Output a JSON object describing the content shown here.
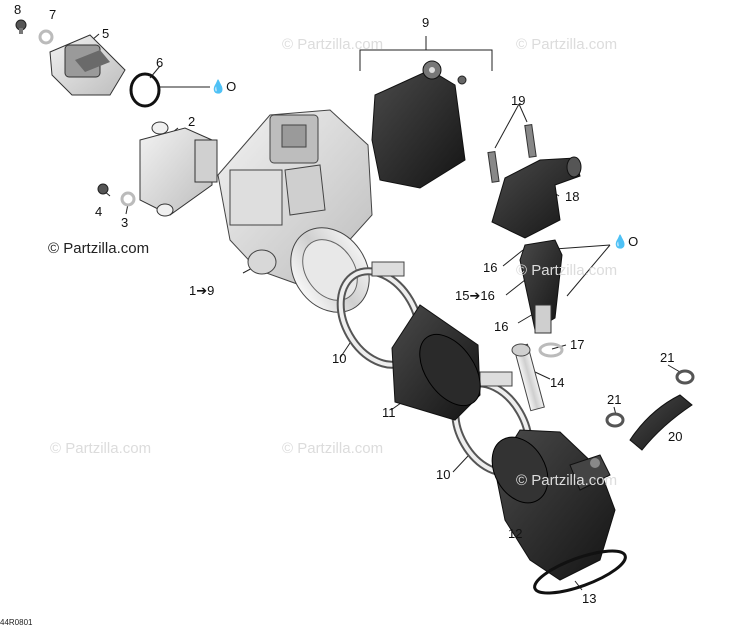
{
  "watermark": "© Partzilla.com",
  "drawing_code": "44R0801",
  "lubricant_symbol": "💧O",
  "callouts": {
    "c1_9": "1➔9",
    "c2": "2",
    "c3": "3",
    "c4": "4",
    "c5": "5",
    "c6": "6",
    "c7": "7",
    "c8": "8",
    "c9": "9",
    "c10a": "10",
    "c10b": "10",
    "c11": "11",
    "c12": "12",
    "c13": "13",
    "c14": "14",
    "c15_16": "15➔16",
    "c16a": "16",
    "c16b": "16",
    "c17": "17",
    "c18": "18",
    "c19": "19",
    "c20": "20",
    "c21a": "21",
    "c21b": "21"
  },
  "colors": {
    "part_dark": "#262626",
    "part_light": "#e4e4e4",
    "line": "#222222",
    "watermark": "#dcdcdc"
  }
}
